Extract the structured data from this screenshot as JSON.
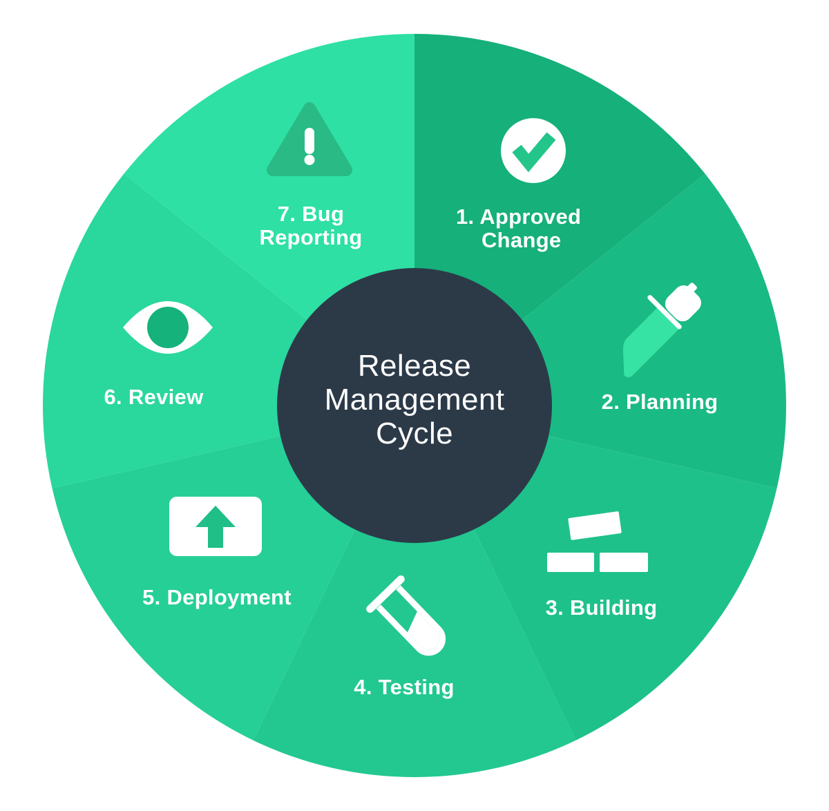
{
  "diagram": {
    "title_lines": [
      "Release",
      "Management",
      "Cycle"
    ],
    "hub_color": "#2c3a48",
    "background_color": "#ffffff",
    "label_color": "#ffffff",
    "segments": [
      {
        "order": "1",
        "name": "approved-change",
        "label_lines": [
          "1. Approved",
          "Change"
        ],
        "color": "#16b07a",
        "icon": "check-circle-icon",
        "icon_color": "#24c58b"
      },
      {
        "order": "2",
        "name": "planning",
        "label_lines": [
          "2. Planning"
        ],
        "color": "#1aba84",
        "icon": "pencil-icon",
        "icon_color": "#36e3a4"
      },
      {
        "order": "3",
        "name": "building",
        "label_lines": [
          "3. Building"
        ],
        "color": "#1ec18a",
        "icon": "bricks-icon",
        "icon_color": "#ffffff"
      },
      {
        "order": "4",
        "name": "testing",
        "label_lines": [
          "4. Testing"
        ],
        "color": "#22c890",
        "icon": "test-tube-icon",
        "icon_color": "#ffffff"
      },
      {
        "order": "5",
        "name": "deployment",
        "label_lines": [
          "5. Deployment"
        ],
        "color": "#26cf96",
        "icon": "upload-icon",
        "icon_color": "#1fbf87"
      },
      {
        "order": "6",
        "name": "review",
        "label_lines": [
          "6. Review"
        ],
        "color": "#2ad79d",
        "icon": "eye-icon",
        "icon_color": "#16b27b"
      },
      {
        "order": "7",
        "name": "bug-reporting",
        "label_lines": [
          "7. Bug",
          "Reporting"
        ],
        "color": "#2ee0a4",
        "icon": "warning-triangle-icon",
        "icon_color": "#29ba85"
      }
    ]
  }
}
